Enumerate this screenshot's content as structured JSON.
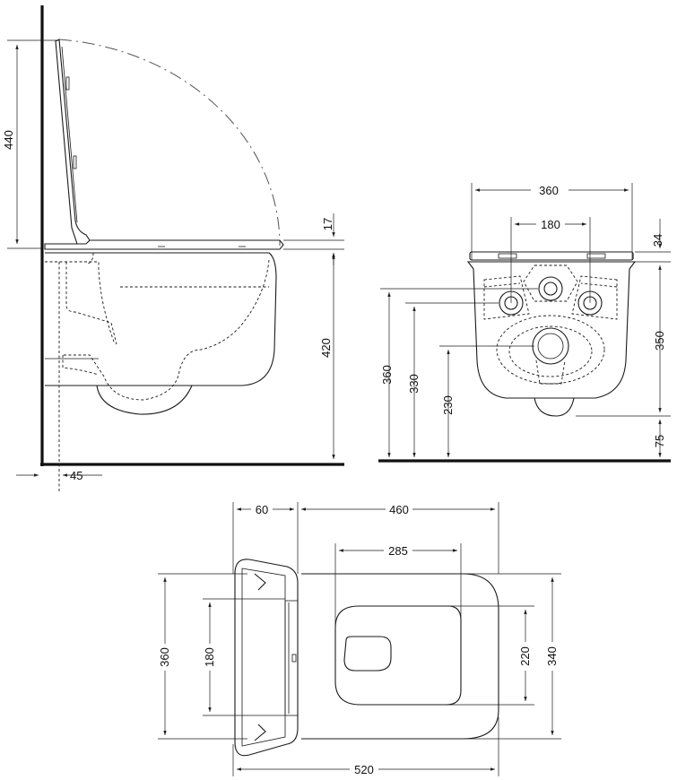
{
  "dimensions": {
    "side": {
      "d440": "440",
      "d17": "17",
      "d420": "420",
      "d45": "45"
    },
    "front": {
      "d360": "360",
      "d180": "180",
      "d34": "34",
      "d350": "350",
      "d360v": "360",
      "d330": "330",
      "d230": "230",
      "d75": "75"
    },
    "top": {
      "d60": "60",
      "d460": "460",
      "d285": "285",
      "d360": "360",
      "d180": "180",
      "d220": "220",
      "d340": "340",
      "d520": "520"
    }
  }
}
